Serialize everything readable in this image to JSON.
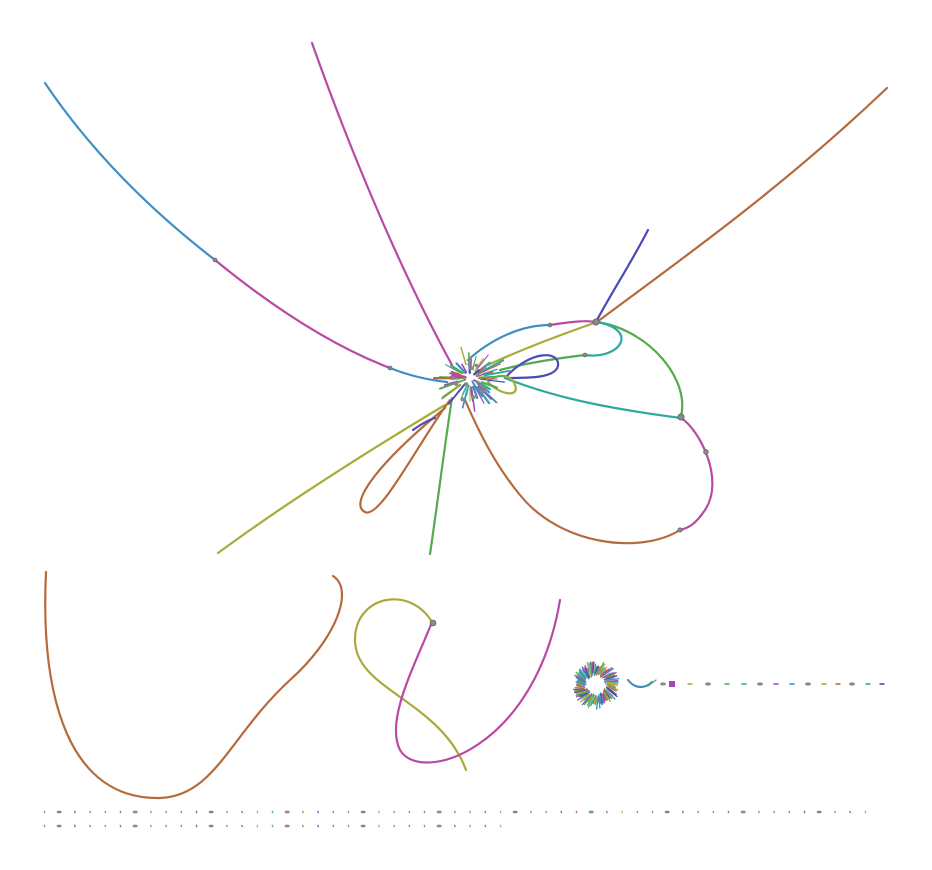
{
  "graph": {
    "palette": {
      "blue": "#3f8fc4",
      "magenta": "#b84aa4",
      "olive": "#a8aa3a",
      "brown": "#b56a3c",
      "green": "#53ab4e",
      "teal": "#2ea9a0",
      "indigo": "#4a4bb4",
      "purple": "#9c49c0",
      "node": "#8a8a8a"
    },
    "components": [
      "main-hairball",
      "brown-u-contig",
      "olive-magenta-knot",
      "ring-cluster",
      "small-fragment-row",
      "singleton-row-1",
      "singleton-row-2"
    ]
  }
}
